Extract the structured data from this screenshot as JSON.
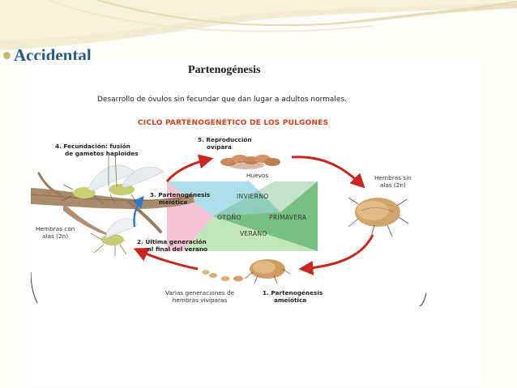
{
  "slide": {
    "heading": "Accidental"
  },
  "figure": {
    "title": "Partenogénesis",
    "subtitle": "Desarrollo de óvulos sin fecundar que dan lugar a adultos normales.",
    "cycle_title": "CICLO PARTENOGENÉTICO DE LOS PULGONES",
    "steps": {
      "step1": [
        "1. Partenogénesis",
        "ameiótica"
      ],
      "step2": [
        "2. Última generación",
        "al final del verano"
      ],
      "step3": [
        "3. Partenogénesis",
        "meiótica"
      ],
      "step4": [
        "4. Fecundación: fusión",
        "de gametos haploides"
      ],
      "step5": [
        "5. Reproducción",
        "ovípara"
      ]
    },
    "labels": {
      "eggs": "Huevos",
      "wingless_females": [
        "Hembras sin",
        "alas (2n)"
      ],
      "winged_females": [
        "Hembras con",
        "alas (2n)"
      ],
      "viviparous": [
        "Varias generaciones de",
        "hembras vivíparas"
      ]
    },
    "seasons": {
      "winter": "INVIERNO",
      "spring": "PRIMAVERA",
      "summer": "VERANO",
      "autumn": "OTOÑO"
    },
    "colors": {
      "heading": "#2a5a8a",
      "cycle_title": "#d0421b",
      "arrow": "#c8261e",
      "winter": "#8fd0e0",
      "spring": "#62b56e",
      "summer": "#a9dca0",
      "autumn": "#f2a7c4"
    }
  }
}
